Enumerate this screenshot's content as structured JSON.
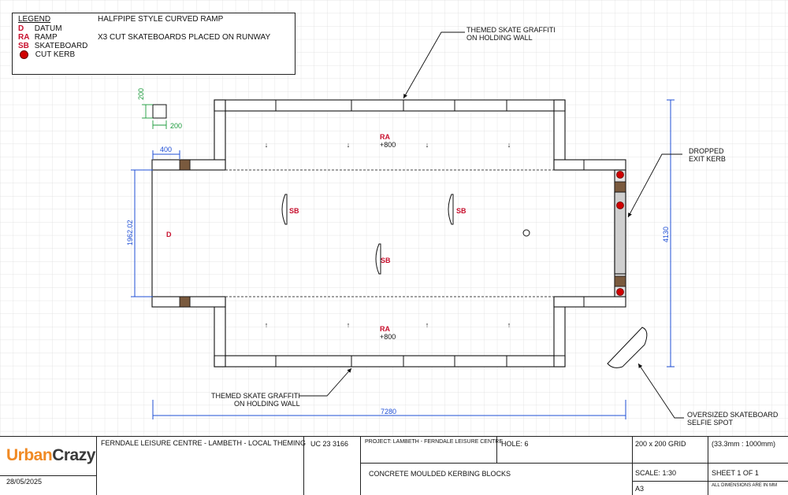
{
  "legend": {
    "title": "LEGEND",
    "items": [
      {
        "key": "D",
        "label": "DATUM"
      },
      {
        "key": "RA",
        "label": "RAMP"
      },
      {
        "key": "SB",
        "label": "SKATEBOARD"
      },
      {
        "key": "",
        "label": "CUT KERB",
        "icon": "red-dot-icon"
      }
    ],
    "notes": [
      "HALFPIPE STYLE CURVED RAMP",
      "X3 CUT SKATEBOARDS PLACED ON RUNWAY"
    ]
  },
  "callouts": {
    "graffiti_top_1": "THEMED SKATE GRAFFITI",
    "graffiti_top_2": "ON HOLDING WALL",
    "graffiti_bottom_1": "THEMED SKATE GRAFFITI",
    "graffiti_bottom_2": "ON HOLDING WALL",
    "dropped_1": "DROPPED",
    "dropped_2": "EXIT KERB",
    "selfie_1": "OVERSIZED SKATEBOARD",
    "selfie_2": "SELFIE SPOT"
  },
  "labels": {
    "ramp": "RA",
    "ramp_height": "+800",
    "skateboard": "SB",
    "datum": "D"
  },
  "dimensions": {
    "block_h": "200",
    "block_w": "200",
    "inset": "400",
    "left_height": "1962.02",
    "right_height": "4130",
    "length": "7280"
  },
  "title_block": {
    "logo_part1": "Urban",
    "logo_part2": "Crazy",
    "date": "28/05/2025",
    "site": "FERNDALE LEISURE CENTRE - LAMBETH - LOCAL THEMING",
    "ref": "UC 23 3166",
    "project": "PROJECT: LAMBETH - FERNDALE LEISURE CENTRE",
    "hole": "HOLE: 6",
    "grid": "200 x 200 GRID",
    "ratio": "(33.3mm : 1000mm)",
    "description": "CONCRETE MOULDED KERBING BLOCKS",
    "scale": "SCALE: 1:30",
    "sheet": "SHEET 1 OF 1",
    "paper": "A3",
    "dims_note": "ALL DIMENSIONS ARE IN MM"
  },
  "colors": {
    "grid": "#dcdcdc",
    "dimension": "#1f4fd6",
    "green_dimension": "#1a9a3a",
    "label_red": "#c8102e",
    "kerb_brown": "#7a5a3e",
    "dot_red": "#d00000",
    "logo_orange": "#f08a24"
  }
}
